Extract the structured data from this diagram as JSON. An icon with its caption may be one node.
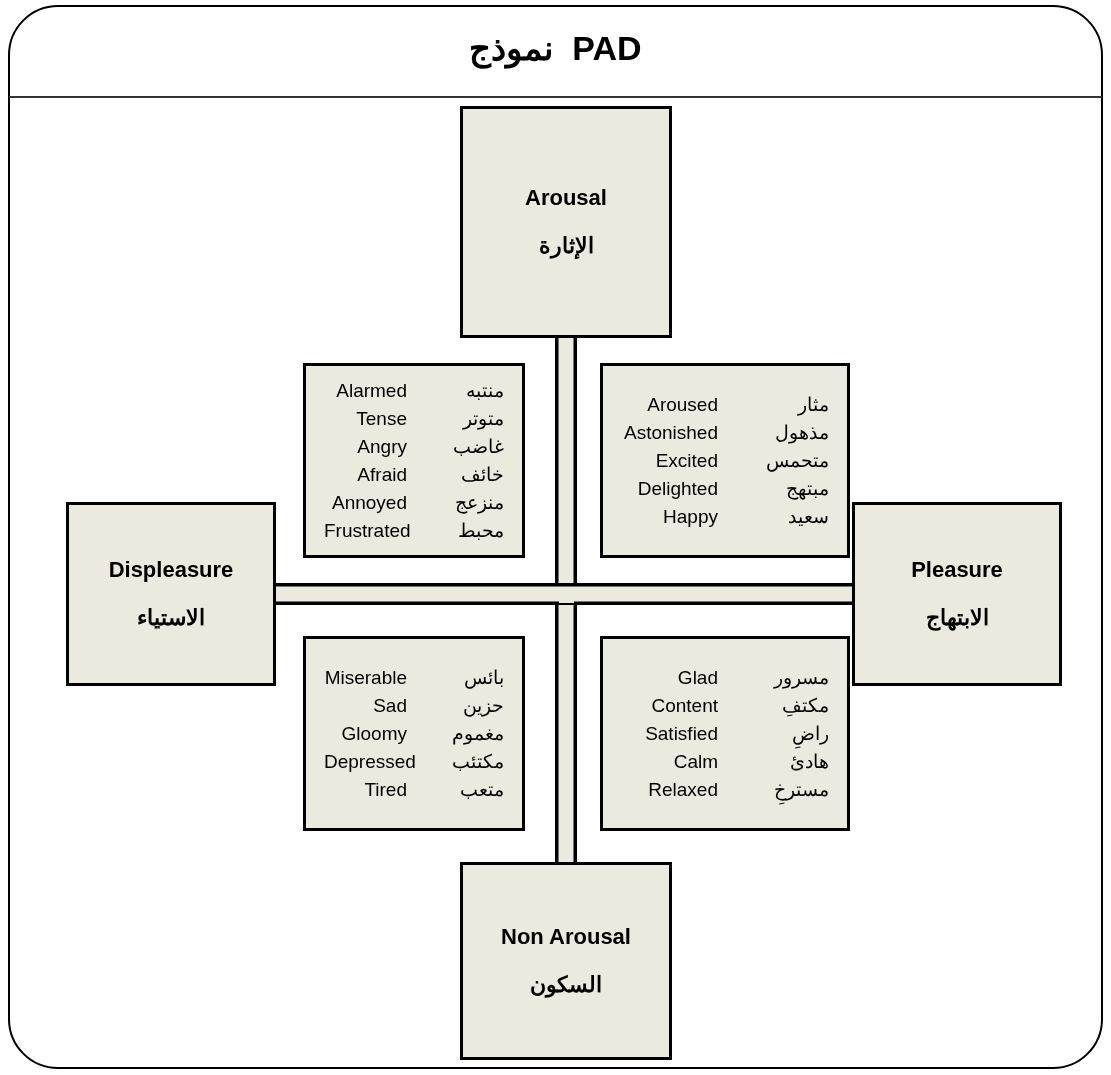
{
  "diagram": {
    "title": "نموذج  PAD",
    "nodes": [
      {
        "text": [
          "Arousal",
          "الإثارة"
        ]
      },
      {
        "text": [
          "Alarmed",
          "منتبه",
          "Tense",
          "متوتر",
          "Angry",
          "غاضب",
          "Afraid",
          "خائف",
          "Annoyed",
          "منزعج",
          "Frustrated",
          "محبط"
        ]
      },
      {
        "text": [
          "Aroused",
          "مثار",
          "Astonished",
          "مذهول",
          "Excited",
          "متحمس",
          "Delighted",
          "مبتهج",
          "Happy",
          "سعيد"
        ]
      },
      {
        "text": [
          "Displeasure",
          "الاستياء"
        ]
      },
      {
        "text": [
          "Pleasure",
          "الابتهاج"
        ]
      },
      {
        "text": [
          "Miserable",
          "بائس",
          "Sad",
          "حزين",
          "Gloomy",
          "مغموم",
          "Depressed",
          "مكتئب",
          "Tired",
          "متعب"
        ]
      },
      {
        "text": [
          "Glad",
          "مسرور",
          "Content",
          "مكتفِ",
          "Satisfied",
          "راضِ",
          "Calm",
          "هادئ",
          "Relaxed",
          "مسترخِ"
        ]
      },
      {
        "text": [
          "Non Arousal",
          "السكون"
        ]
      }
    ],
    "edges": [
      {
        "from": 0,
        "to": 7,
        "arrow": "none"
      },
      {
        "from": 3,
        "to": 4,
        "arrow": "none"
      }
    ]
  }
}
